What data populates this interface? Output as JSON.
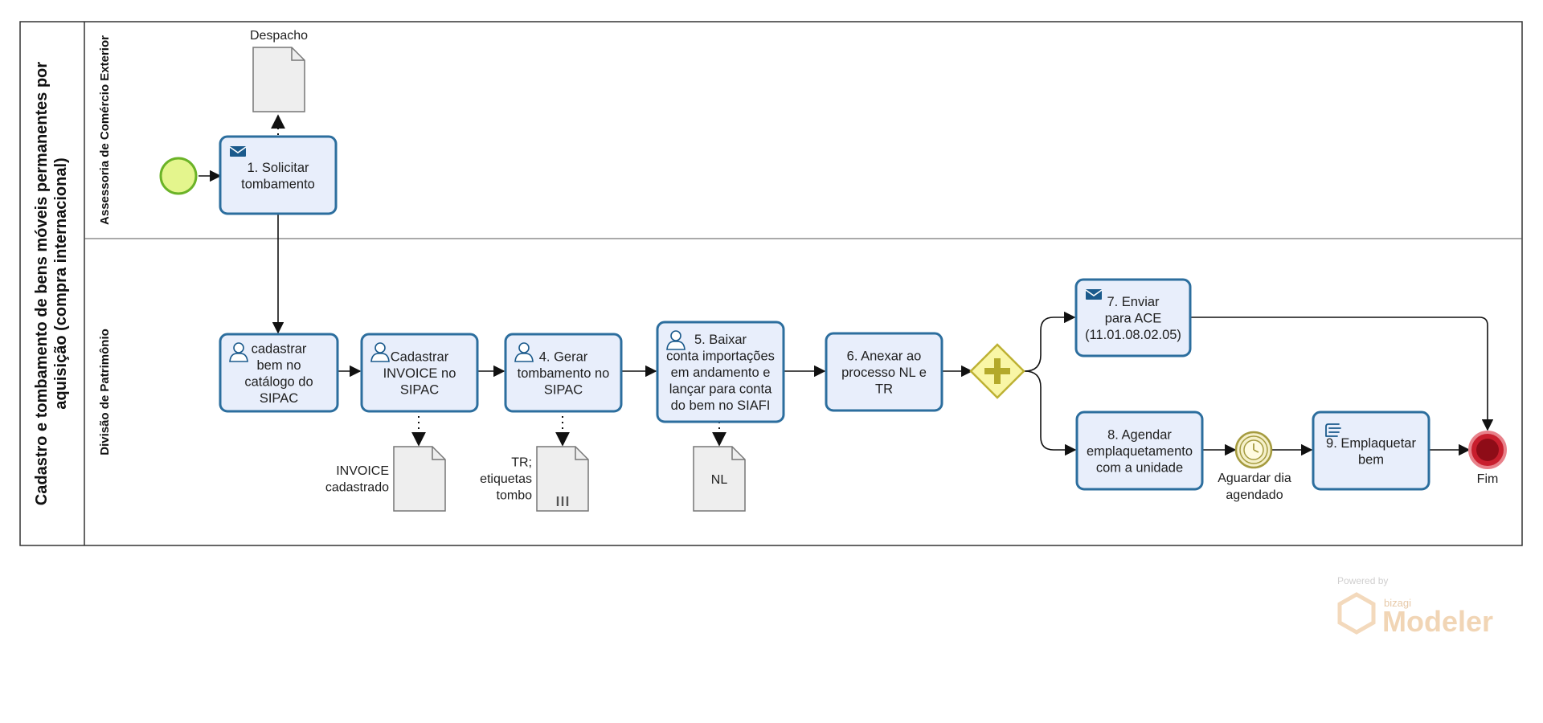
{
  "pool": {
    "title_line1": "Cadastro e tombamento de bens móveis permanentes por",
    "title_line2": "aquisição (compra internacional)"
  },
  "lanes": [
    {
      "label": "Assessoria de Comércio Exterior"
    },
    {
      "label": "Divisão de Patrimônio"
    }
  ],
  "tasks": [
    {
      "id": "t1",
      "icon": "envelope-icon",
      "lines": [
        "1. Solicitar",
        "tombamento"
      ]
    },
    {
      "id": "t2",
      "icon": "user-icon",
      "lines": [
        "cadastrar",
        "bem no",
        "catálogo do",
        "SIPAC"
      ]
    },
    {
      "id": "t3",
      "icon": "user-icon",
      "lines": [
        "Cadastrar",
        "INVOICE no",
        "SIPAC"
      ]
    },
    {
      "id": "t4",
      "icon": "user-icon",
      "lines": [
        "4. Gerar",
        "tombamento no",
        "SIPAC"
      ]
    },
    {
      "id": "t5",
      "icon": "user-icon",
      "lines": [
        "5. Baixar",
        "conta importações",
        "em andamento e",
        "lançar para conta",
        "do bem no SIAFI"
      ]
    },
    {
      "id": "t6",
      "icon": "",
      "lines": [
        "6. Anexar ao",
        "processo NL e",
        "TR"
      ]
    },
    {
      "id": "t7",
      "icon": "envelope-icon",
      "lines": [
        "7. Enviar",
        "para ACE",
        "(11.01.08.02.05)"
      ]
    },
    {
      "id": "t8",
      "icon": "",
      "lines": [
        "8. Agendar",
        "emplaquetamento",
        "com a unidade"
      ]
    },
    {
      "id": "t9",
      "icon": "hand-icon",
      "lines": [
        "9. Emplaquetar",
        "bem"
      ]
    }
  ],
  "documents": [
    {
      "id": "d1",
      "lines": [
        "Despacho"
      ],
      "collection": false
    },
    {
      "id": "d2",
      "lines": [
        "INVOICE",
        "cadastrado"
      ],
      "collection": false
    },
    {
      "id": "d3",
      "lines": [
        "TR;",
        "etiquetas",
        "tombo"
      ],
      "collection": true
    },
    {
      "id": "d4",
      "lines": [
        "NL"
      ],
      "collection": false
    }
  ],
  "events": {
    "timer_label": [
      "Aguardar dia",
      "agendado"
    ],
    "end_label": "Fim"
  },
  "watermark": {
    "powered": "Powered by",
    "brand": "bizagi",
    "product": "Modeler"
  },
  "colors": {
    "task_fill": "#e8eefb",
    "task_stroke": "#2c6e9e",
    "start_fill": "#e4f58d",
    "start_stroke": "#6bb327",
    "gateway_fill": "#f9f6a6",
    "gateway_stroke": "#bdb133",
    "end_fill": "#c81e2d",
    "timer_fill": "#f5f0c9",
    "timer_stroke": "#a59b3f"
  }
}
